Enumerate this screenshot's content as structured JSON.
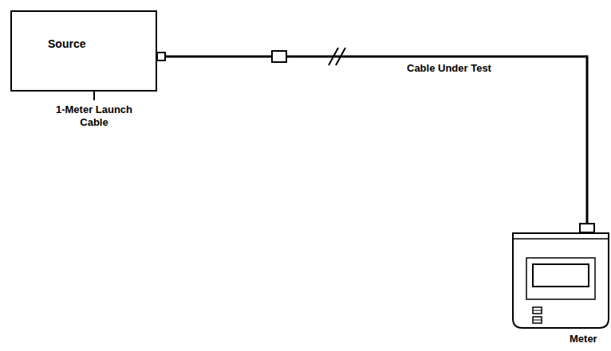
{
  "diagram": {
    "nodes": [
      {
        "text": [
          "Source"
        ]
      },
      {
        "text": [
          "Meter"
        ]
      }
    ],
    "edges": [
      {
        "from": 0,
        "to": 1,
        "arrow": "none"
      }
    ],
    "labels": [
      "1-Meter Launch Cable",
      "Cable Under Test"
    ]
  }
}
